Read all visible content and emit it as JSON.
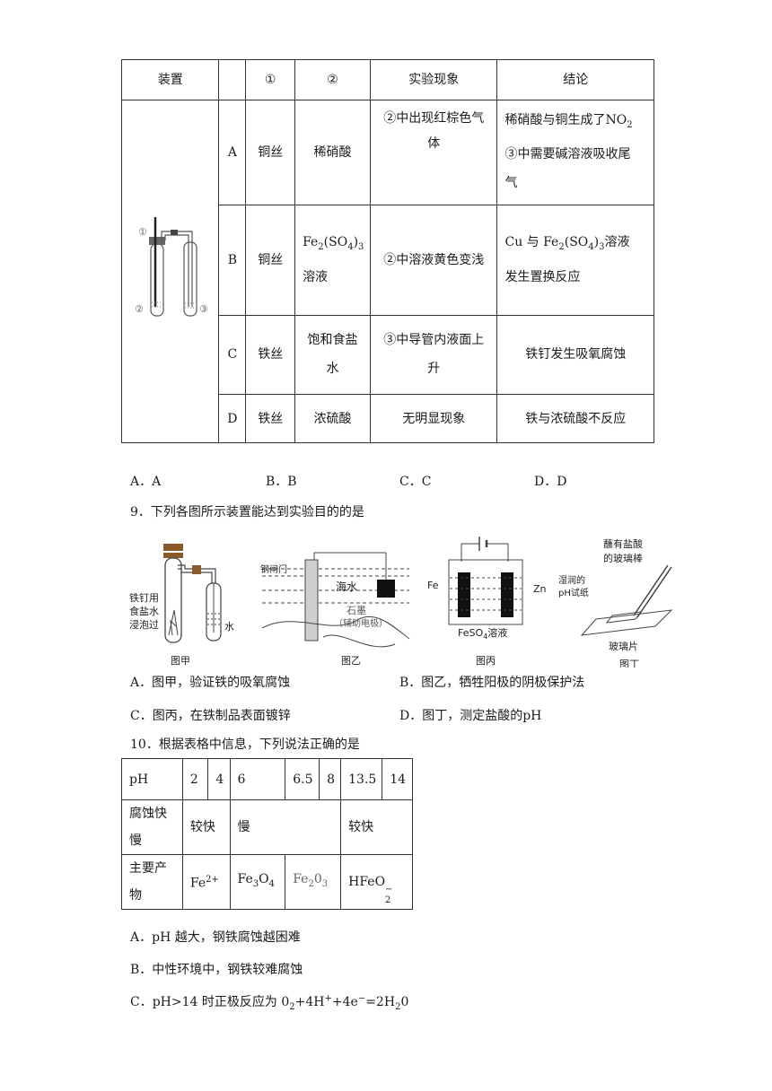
{
  "table1": {
    "headers": [
      "装置",
      "",
      "①",
      "②",
      "实验现象",
      "结论"
    ],
    "rows": [
      {
        "id": "A",
        "c1": "铜丝",
        "c2": "稀硝酸",
        "phenomenon": "②中出现红棕色气体",
        "conclusion_line1": "稀硝酸与铜生成了NO",
        "conclusion_line1_sub": "2",
        "conclusion_line2": "③中需要碱溶液吸收尾气"
      },
      {
        "id": "B",
        "c1": "铜丝",
        "c2_main": "Fe",
        "c2_sub1": "2",
        "c2_mid": "(SO",
        "c2_sub2": "4",
        "c2_end": ")",
        "c2_sub3": "3",
        "c2_tail": "溶液",
        "phenomenon": "②中溶液黄色变浅",
        "conclusion_a": "Cu 与 Fe",
        "conclusion_b": "(SO",
        "conclusion_c": ")",
        "conclusion_d": "溶液",
        "conclusion_line2": "发生置换反应"
      },
      {
        "id": "C",
        "c1": "铁丝",
        "c2": "饱和食盐水",
        "phenomenon": "③中导管内液面上升",
        "conclusion": "铁钉发生吸氧腐蚀"
      },
      {
        "id": "D",
        "c1": "铁丝",
        "c2": "浓硫酸",
        "phenomenon": "无明显现象",
        "conclusion": "铁与浓硫酸不反应"
      }
    ],
    "apparatus_labels": [
      "①",
      "②",
      "③"
    ]
  },
  "q8_options": [
    "A．A",
    "B．B",
    "C．C",
    "D．D"
  ],
  "q9": {
    "stem": "9．下列各图所示装置能达到实验目的的是",
    "fig_jia": {
      "caption": "图甲",
      "label1": "铁钉用",
      "label2": "食盐水",
      "label3": "浸泡过",
      "water": "水"
    },
    "fig_yi": {
      "caption": "图乙",
      "gate": "钢闸门",
      "sea": "海水",
      "graphite": "石墨",
      "aux": "（辅助电极）"
    },
    "fig_bing": {
      "caption": "图丙",
      "fe": "Fe",
      "zn": "Zn",
      "solution": "FeSO",
      "solution_sub": "4",
      "solution_tail": "溶液"
    },
    "fig_ding": {
      "caption": "图丁",
      "rod1": "蘸有盐酸",
      "rod2": "的玻璃棒",
      "paper1": "湿润的",
      "paper2": "pH试纸",
      "glass": "玻璃片"
    },
    "options": [
      "A．图甲，验证铁的吸氧腐蚀",
      "B．图乙，牺牲阳极的阴极保护法",
      "C．图丙，在铁制品表面镀锌",
      "D．图丁，测定盐酸的pH"
    ]
  },
  "q10": {
    "stem": "10．根据表格中信息，下列说法正确的是",
    "ph_row": [
      "pH",
      "2",
      "4",
      "6",
      "6.5",
      "8",
      "13.5",
      "14"
    ],
    "speed_row": [
      "腐蚀快慢",
      "较快",
      "慢",
      "较快"
    ],
    "product_label": "主要产物",
    "p1": "Fe",
    "p1_sup": "2+",
    "p2_a": "Fe",
    "p2_s1": "3",
    "p2_b": "O",
    "p2_s2": "4",
    "p3_a": "Fe",
    "p3_s1": "2",
    "p3_b": "0",
    "p3_s2": "3",
    "p4_a": "HFeO",
    "p4_sup": "−",
    "p4_sub": "2",
    "options": {
      "a": "A．pH 越大，钢铁腐蚀越困难",
      "b": "B．中性环境中，钢铁较难腐蚀",
      "c_pre": "C．pH>14 时正极反应为 0",
      "c_s1": "2",
      "c_mid": "+4H",
      "c_sup1": "+",
      "c_mid2": "+4e",
      "c_sup2": "−",
      "c_mid3": "=2H",
      "c_s2": "2",
      "c_end": "0"
    }
  }
}
